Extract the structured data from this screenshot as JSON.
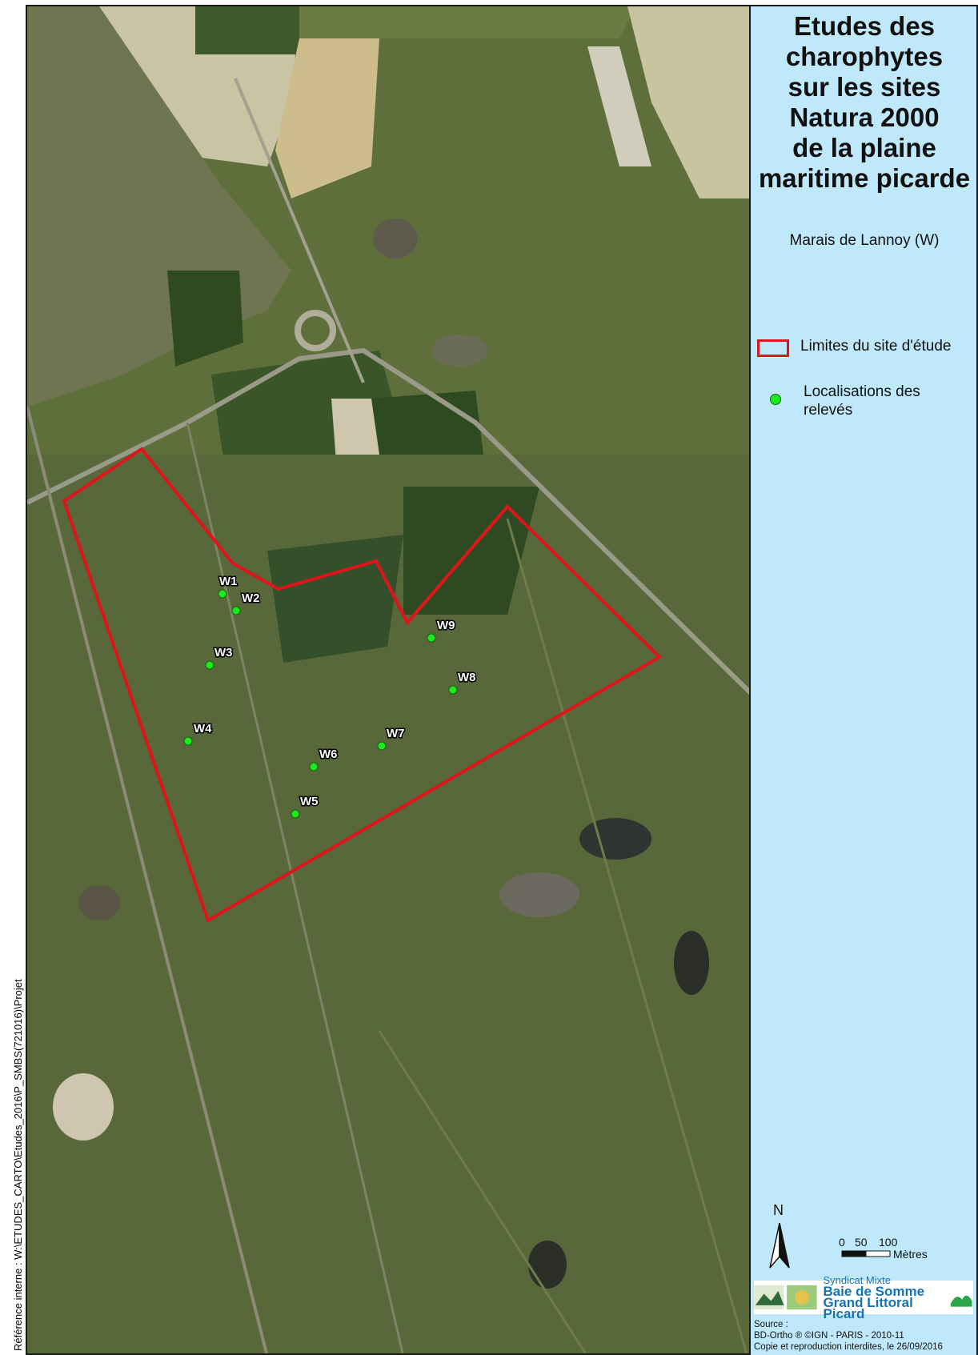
{
  "side_reference": "Référence interne : W:\\ETUDES_CARTO\\Etudes_2016\\P_SMBS(721016)\\Projet",
  "title": "Etudes des\ncharophytes\nsur les sites\nNatura 2000\nde la plaine\nmaritime picarde",
  "subtitle": "Marais de Lannoy (W)",
  "legend": {
    "boundary_label": "Limites du site d'étude",
    "point_label": "Localisations des relevés"
  },
  "north_label": "N",
  "scale": {
    "ticks": [
      "0",
      "50",
      "100"
    ],
    "unit": "Mètres"
  },
  "logo": {
    "line1": "Syndicat Mixte",
    "line2": "Baie de Somme",
    "line3": "Grand Littoral Picard"
  },
  "source": {
    "heading": "Source :",
    "line1": "BD-Ortho ® ©IGN - PARIS - 2010-11",
    "line2": "Copie et reproduction interdites, le 26/09/2016"
  },
  "colors": {
    "boundary": "#e0141a",
    "point": "#1ee81e",
    "panel": "#bfe8fb"
  },
  "points": [
    {
      "id": "W1"
    },
    {
      "id": "W2"
    },
    {
      "id": "W3"
    },
    {
      "id": "W4"
    },
    {
      "id": "W5"
    },
    {
      "id": "W6"
    },
    {
      "id": "W7"
    },
    {
      "id": "W8"
    },
    {
      "id": "W9"
    }
  ]
}
